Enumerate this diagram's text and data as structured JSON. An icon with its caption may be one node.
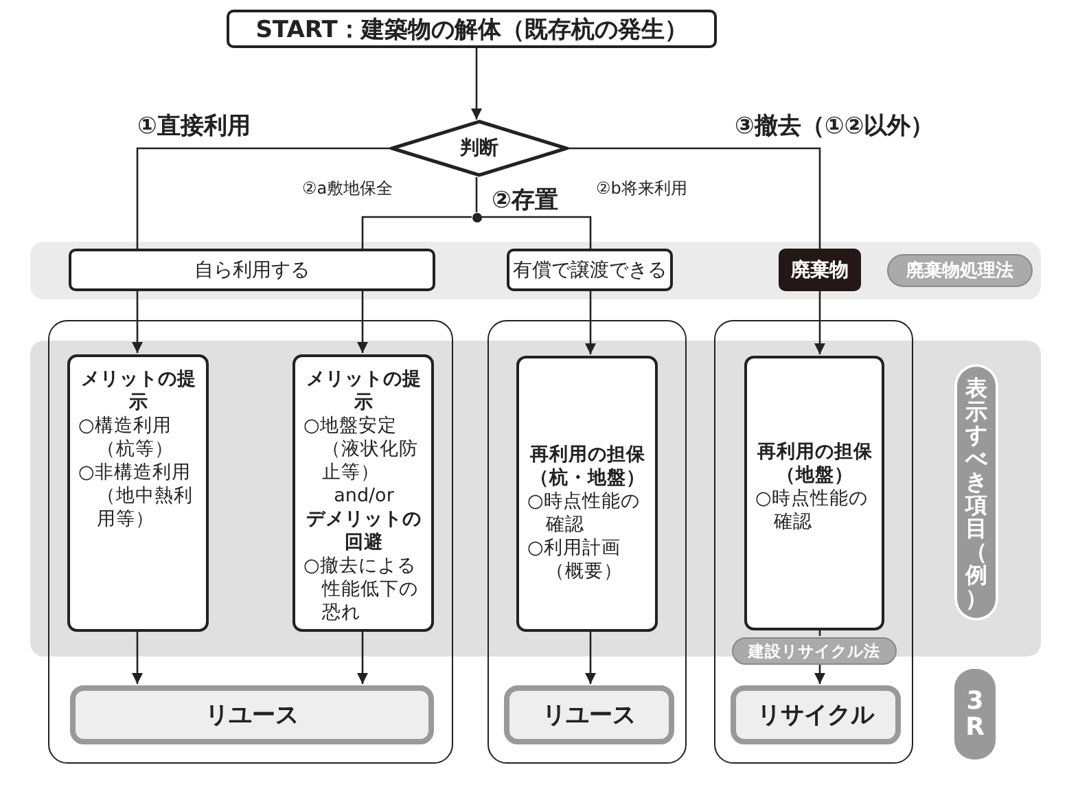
{
  "diagram": {
    "nodes": [
      {
        "text": [
          "START：建築物の解体（既存杭の発生）"
        ]
      },
      {
        "text": [
          "判断"
        ]
      },
      {
        "text": [],
        "shape": "circle"
      },
      {
        "text": [
          "自ら利用する"
        ]
      },
      {
        "text": [
          "有償で譲渡できる"
        ]
      },
      {
        "text": [
          "廃棄物"
        ]
      },
      {
        "text": [
          "廃棄物処理法"
        ]
      },
      {
        "text": [],
        "shape": "box"
      },
      {
        "text": [],
        "shape": "box"
      },
      {
        "text": [],
        "shape": "box"
      },
      {
        "text": [
          "メリットの提示",
          "○構造利用（杭等）",
          "○非構造利用（地中熱利用等）"
        ],
        "in": 7
      },
      {
        "text": [
          "メリットの提示",
          "○地盤安定（液状化防止等）",
          "and/or",
          "デメリットの回避",
          "○撤去による性能低下の恐れ"
        ],
        "in": 7
      },
      {
        "text": [
          "再利用の担保（杭・地盤）",
          "○時点性能の確認",
          "○利用計画（概要）"
        ],
        "in": 8
      },
      {
        "text": [
          "再利用の担保（地盤）",
          "○時点性能の確認"
        ],
        "in": 9
      },
      {
        "text": [
          "リユース"
        ],
        "in": 7
      },
      {
        "text": [
          "リユース"
        ],
        "in": 8
      },
      {
        "text": [
          "リサイクル"
        ],
        "in": 9
      },
      {
        "text": [
          "建設リサイクル法"
        ],
        "in": 9
      },
      {
        "text": [
          "表示すべき項目（例）"
        ]
      },
      {
        "text": [
          "3R"
        ]
      }
    ],
    "edges": [
      {
        "from": 0,
        "to": 1,
        "arrow": "to"
      },
      {
        "from": 1,
        "to": 3,
        "arrow": "none",
        "label": "①直接利用"
      },
      {
        "from": 1,
        "to": 2,
        "arrow": "none",
        "label": "②存置"
      },
      {
        "from": 2,
        "to": 3,
        "arrow": "none",
        "label": "②a敷地保全"
      },
      {
        "from": 2,
        "to": 4,
        "arrow": "none",
        "label": "②b将来利用"
      },
      {
        "from": 1,
        "to": 5,
        "arrow": "none",
        "label": "③撤去（①②以外）"
      },
      {
        "from": 3,
        "to": 10,
        "arrow": "to"
      },
      {
        "from": 3,
        "to": 11,
        "arrow": "to"
      },
      {
        "from": 4,
        "to": 12,
        "arrow": "to"
      },
      {
        "from": 5,
        "to": 13,
        "arrow": "to"
      },
      {
        "from": 10,
        "to": 14,
        "arrow": "to"
      },
      {
        "from": 11,
        "to": 14,
        "arrow": "to"
      },
      {
        "from": 12,
        "to": 15,
        "arrow": "to"
      },
      {
        "from": 13,
        "to": 17,
        "arrow": "none"
      },
      {
        "from": 17,
        "to": 16,
        "arrow": "to"
      }
    ]
  }
}
